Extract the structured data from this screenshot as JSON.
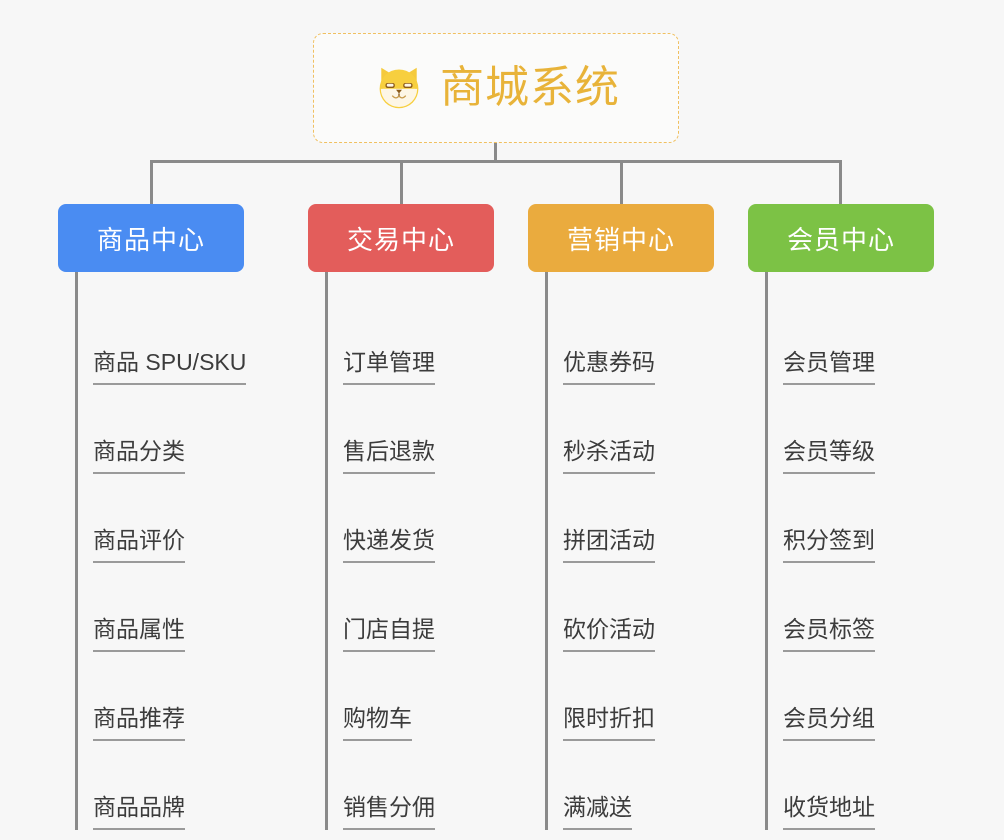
{
  "page": {
    "background_color": "#f7f7f7",
    "line_color": "#8a8a8a",
    "item_text_color": "#3c3c3c",
    "item_underline_color": "#9a9a9a"
  },
  "root": {
    "title": "商城系统",
    "icon": "shiba-dog-face-emoji",
    "title_color": "#e8b339",
    "border_color": "#f0c060",
    "background_color": "#fbfbfa"
  },
  "columns": [
    {
      "id": "product-center",
      "label": "商品中心",
      "color": "#4a8cf2",
      "items": [
        {
          "label": "商品 SPU/SKU"
        },
        {
          "label": "商品分类"
        },
        {
          "label": "商品评价"
        },
        {
          "label": "商品属性"
        },
        {
          "label": "商品推荐"
        },
        {
          "label": "商品品牌"
        }
      ]
    },
    {
      "id": "trade-center",
      "label": "交易中心",
      "color": "#e35d5b",
      "items": [
        {
          "label": "订单管理"
        },
        {
          "label": "售后退款"
        },
        {
          "label": "快递发货"
        },
        {
          "label": "门店自提"
        },
        {
          "label": "购物车"
        },
        {
          "label": "销售分佣"
        }
      ]
    },
    {
      "id": "marketing-center",
      "label": "营销中心",
      "color": "#eaab3e",
      "items": [
        {
          "label": "优惠券码"
        },
        {
          "label": "秒杀活动"
        },
        {
          "label": "拼团活动"
        },
        {
          "label": "砍价活动"
        },
        {
          "label": "限时折扣"
        },
        {
          "label": "满减送"
        }
      ]
    },
    {
      "id": "member-center",
      "label": "会员中心",
      "color": "#7cc245",
      "items": [
        {
          "label": "会员管理"
        },
        {
          "label": "会员等级"
        },
        {
          "label": "积分签到"
        },
        {
          "label": "会员标签"
        },
        {
          "label": "会员分组"
        },
        {
          "label": "收货地址"
        }
      ]
    }
  ]
}
